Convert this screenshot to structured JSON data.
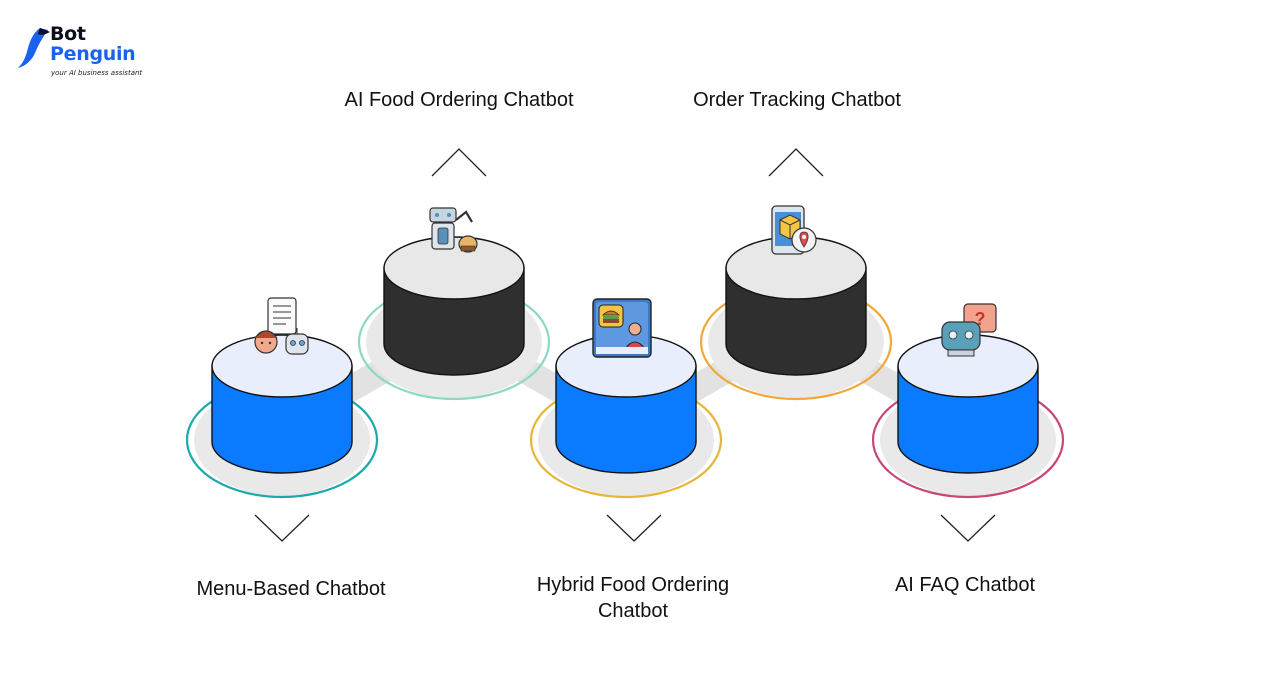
{
  "brand": {
    "name_part1": "Bot",
    "name_part2": "Penguin",
    "tagline": "your AI business assistant",
    "colors": {
      "dark": "#0a0f1e",
      "accent": "#1a63f0"
    }
  },
  "stages": [
    {
      "label": "Menu-Based Chatbot",
      "position": "bottom",
      "top_color": "#e8eefc",
      "body_color": "#0a7bff",
      "ring_color": "#1ba9a9",
      "icon": "person-robot-checklist-icon"
    },
    {
      "label": "AI Food Ordering Chatbot",
      "position": "top",
      "top_color": "#e8e8e8",
      "body_color": "#2f2f2f",
      "ring_color": "#8dd8c2",
      "icon": "robot-arm-food-icon"
    },
    {
      "label": "Hybrid Food Ordering Chatbot",
      "position": "bottom",
      "top_color": "#e8eefc",
      "body_color": "#0a7bff",
      "ring_color": "#e6b63a",
      "icon": "video-chat-burger-icon"
    },
    {
      "label": "Order Tracking Chatbot",
      "position": "top",
      "top_color": "#e8e8e8",
      "body_color": "#2f2f2f",
      "ring_color": "#f0a83a",
      "icon": "phone-package-location-icon"
    },
    {
      "label": "AI FAQ Chatbot",
      "position": "bottom",
      "top_color": "#e8eefc",
      "body_color": "#0a7bff",
      "ring_color": "#c9457a",
      "icon": "robot-question-icon"
    }
  ]
}
